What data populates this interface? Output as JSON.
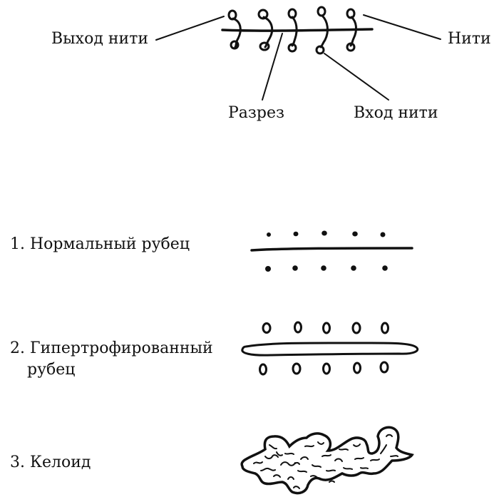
{
  "suture_diagram": {
    "label_thread_exit": "Выход нити",
    "label_threads": "Нити",
    "label_incision": "Разрез",
    "label_thread_entry": "Вход нити"
  },
  "scar_types": [
    {
      "number": "1.",
      "name": "Нормальный рубец"
    },
    {
      "number": "2.",
      "name": "Гипертрофированный",
      "name_line2": "рубец"
    },
    {
      "number": "3.",
      "name": "Келоид"
    }
  ],
  "colors": {
    "ink": "#111111",
    "background": "#ffffff"
  }
}
